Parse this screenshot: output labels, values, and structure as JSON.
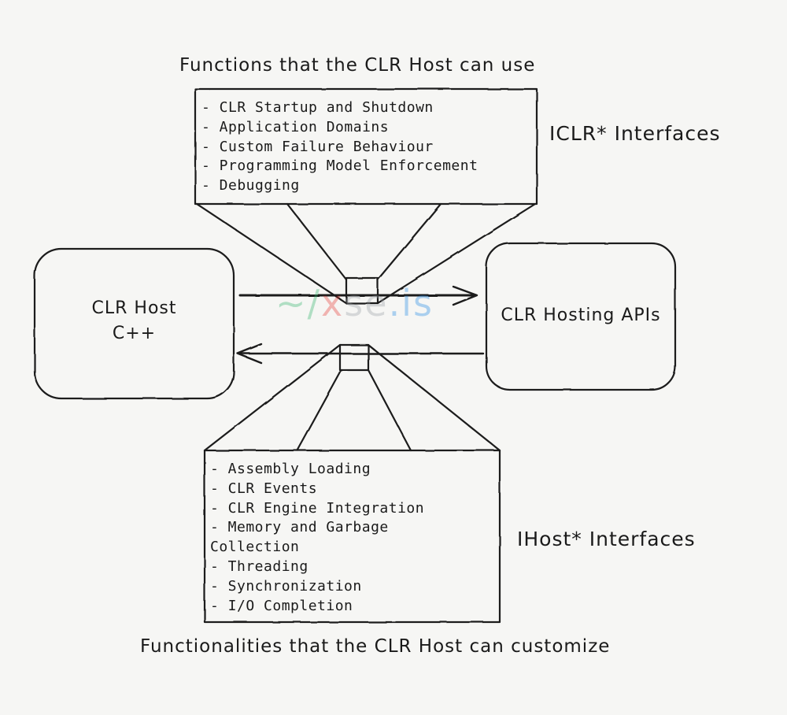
{
  "captions": {
    "top": "Functions that the CLR Host can use",
    "bottom": "Functionalities that the CLR Host can customize"
  },
  "interface_labels": {
    "iclr": "ICLR* Interfaces",
    "ihost": "IHost* Interfaces"
  },
  "nodes": {
    "host": {
      "line1": "CLR Host",
      "line2": "C++"
    },
    "apis": {
      "label": "CLR Hosting APIs"
    }
  },
  "iclr_functions": [
    "- CLR Startup and Shutdown",
    "- Application Domains",
    "- Custom Failure Behaviour",
    "- Programming Model Enforcement",
    "- Debugging"
  ],
  "ihost_functions": [
    "- Assembly Loading",
    "- CLR Events",
    "- CLR Engine Integration",
    "- Memory and Garbage",
    "Collection",
    "- Threading",
    "- Synchronization",
    "- I/O Completion"
  ],
  "watermark": {
    "part1": "~/",
    "part2": "x",
    "part3": "se",
    "part4": ".is"
  }
}
